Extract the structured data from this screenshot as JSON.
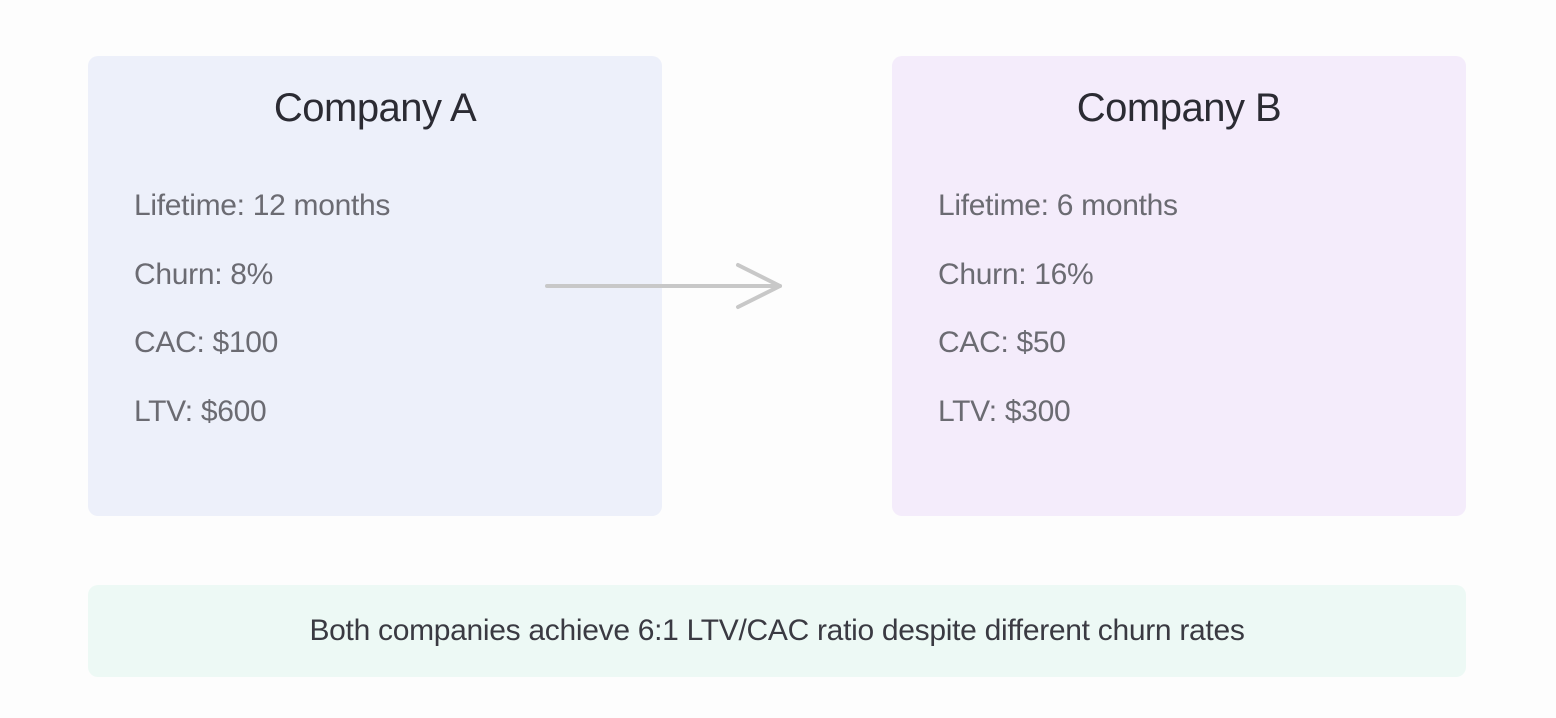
{
  "colors": {
    "card_a_bg": "#edf0fa",
    "card_b_bg": "#f4ecfb",
    "summary_bg": "#edf9f5",
    "arrow": "#c8c8c8"
  },
  "company_a": {
    "title": "Company A",
    "lifetime": "Lifetime: 12 months",
    "churn": "Churn: 8%",
    "cac": "CAC: $100",
    "ltv": "LTV: $600"
  },
  "company_b": {
    "title": "Company B",
    "lifetime": "Lifetime: 6 months",
    "churn": "Churn: 16%",
    "cac": "CAC: $50",
    "ltv": "LTV: $300"
  },
  "arrow": {
    "icon": "arrow-right-icon"
  },
  "summary": {
    "text": "Both companies achieve 6:1 LTV/CAC ratio despite different churn rates"
  }
}
